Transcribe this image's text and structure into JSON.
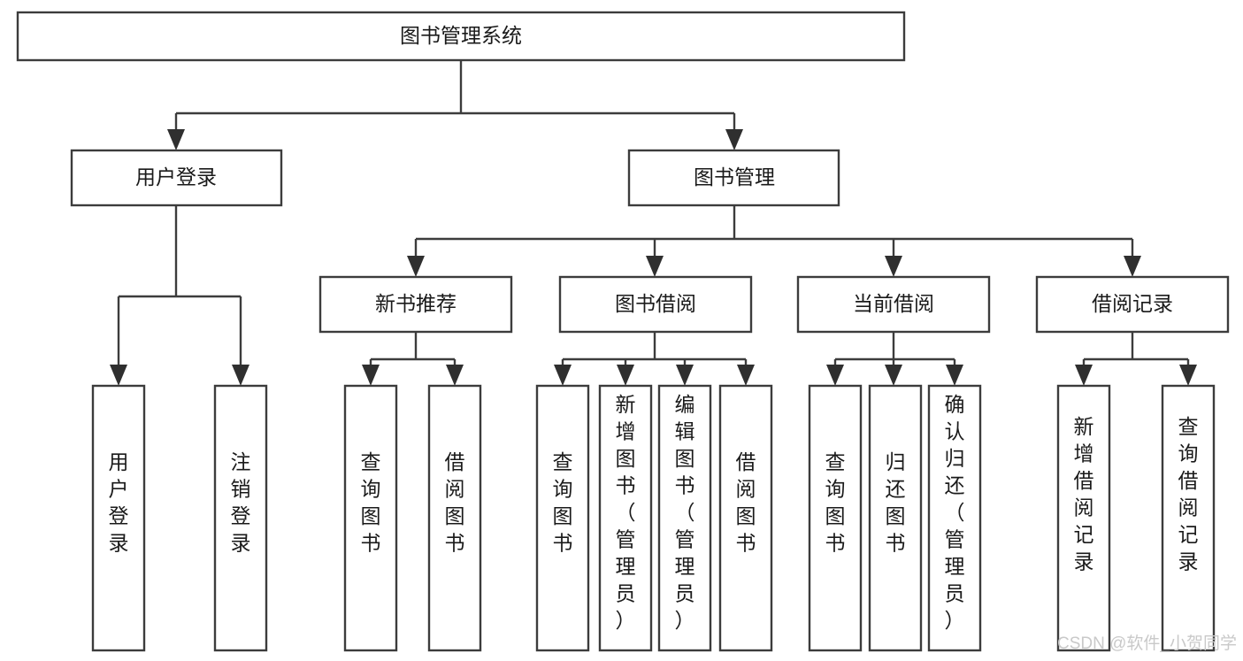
{
  "diagram": {
    "title": "图书管理系统",
    "type": "tree-hierarchy-chart",
    "orientation": "top-down",
    "colors": {
      "box_fill": "#ffffff",
      "box_stroke": "#3c3c3c",
      "connector": "#3c3c3c",
      "text": "#1a1a1a",
      "watermark": "#c9c9c9",
      "background": "#ffffff"
    },
    "levels": [
      {
        "level": 1,
        "nodes": [
          {
            "id": "root",
            "label": "图书管理系统",
            "text_orientation": "horizontal"
          }
        ]
      },
      {
        "level": 2,
        "nodes": [
          {
            "id": "user-login",
            "label": "用户登录",
            "text_orientation": "horizontal",
            "parent": "root"
          },
          {
            "id": "book-management",
            "label": "图书管理",
            "text_orientation": "horizontal",
            "parent": "root"
          }
        ]
      },
      {
        "level": 3,
        "nodes": [
          {
            "id": "new-book-recommend",
            "label": "新书推荐",
            "text_orientation": "horizontal",
            "parent": "book-management"
          },
          {
            "id": "book-borrow",
            "label": "图书借阅",
            "text_orientation": "horizontal",
            "parent": "book-management"
          },
          {
            "id": "current-borrow",
            "label": "当前借阅",
            "text_orientation": "horizontal",
            "parent": "book-management"
          },
          {
            "id": "borrow-record",
            "label": "借阅记录",
            "text_orientation": "horizontal",
            "parent": "book-management"
          }
        ]
      },
      {
        "level": 4,
        "nodes": [
          {
            "id": "leaf-user-login",
            "label": "用户登录",
            "text_orientation": "vertical",
            "parent": "user-login"
          },
          {
            "id": "leaf-logout",
            "label": "注销登录",
            "text_orientation": "vertical",
            "parent": "user-login"
          },
          {
            "id": "leaf-query-book-1",
            "label": "查询图书",
            "text_orientation": "vertical",
            "parent": "new-book-recommend"
          },
          {
            "id": "leaf-borrow-book-1",
            "label": "借阅图书",
            "text_orientation": "vertical",
            "parent": "new-book-recommend"
          },
          {
            "id": "leaf-query-book-2",
            "label": "查询图书",
            "text_orientation": "vertical",
            "parent": "book-borrow"
          },
          {
            "id": "leaf-add-book",
            "label": "新增图书（管理员）",
            "text_orientation": "vertical",
            "parent": "book-borrow"
          },
          {
            "id": "leaf-edit-book",
            "label": "编辑图书（管理员）",
            "text_orientation": "vertical",
            "parent": "book-borrow"
          },
          {
            "id": "leaf-borrow-book-2",
            "label": "借阅图书",
            "text_orientation": "vertical",
            "parent": "book-borrow"
          },
          {
            "id": "leaf-query-book-3",
            "label": "查询图书",
            "text_orientation": "vertical",
            "parent": "current-borrow"
          },
          {
            "id": "leaf-return-book",
            "label": "归还图书",
            "text_orientation": "vertical",
            "parent": "current-borrow"
          },
          {
            "id": "leaf-confirm-return",
            "label": "确认归还（管理员）",
            "text_orientation": "vertical",
            "parent": "current-borrow"
          },
          {
            "id": "leaf-add-record",
            "label": "新增借阅记录",
            "text_orientation": "vertical",
            "parent": "borrow-record"
          },
          {
            "id": "leaf-query-record",
            "label": "查询借阅记录",
            "text_orientation": "vertical",
            "parent": "borrow-record"
          }
        ]
      }
    ]
  },
  "watermark": {
    "text": "CSDN @软件_小贺同学"
  }
}
